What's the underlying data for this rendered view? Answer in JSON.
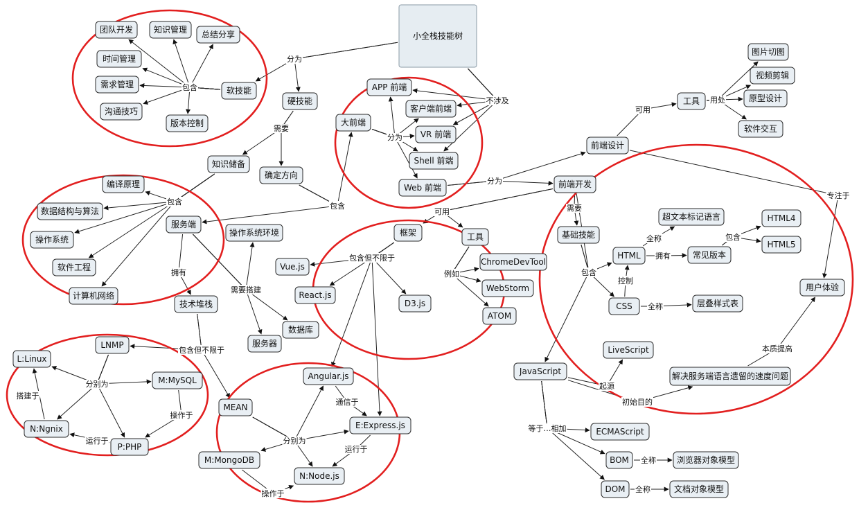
{
  "nodes": {
    "root": "小全栈技能树",
    "team_dev": "团队开发",
    "knowledge_mgmt": "知识管理",
    "summary_share": "总结分享",
    "time_mgmt": "时间管理",
    "req_mgmt": "需求管理",
    "comm_skill": "沟通技巧",
    "version_ctrl": "版本控制",
    "soft_skill": "软技能",
    "hard_skill": "硬技能",
    "knowledge_reserve": "知识储备",
    "direction": "确定方向",
    "compiler": "编译原理",
    "ds_algo": "数据结构与算法",
    "os": "操作系统",
    "sw_eng": "软件工程",
    "networks": "计算机网络",
    "server_side": "服务端",
    "os_env": "操作系统环境",
    "tech_stack": "技术堆栈",
    "database": "数据库",
    "server": "服务器",
    "big_frontend": "大前端",
    "app_frontend": "APP 前端",
    "client_frontend": "客户端前端",
    "vr_frontend": "VR 前端",
    "shell_frontend": "Shell 前端",
    "web_frontend": "Web 前端",
    "framework": "框架",
    "tools2": "工具",
    "vuejs": "Vue.js",
    "reactjs": "React.js",
    "d3js": "D3.js",
    "chrome": "ChromeDevTool",
    "webstorm": "WebStorm",
    "atom": "ATOM",
    "lnmp": "LNMP",
    "llinux": "L:Linux",
    "mmysql": "M:MySQL",
    "nngnix": "N:Ngnix",
    "pphp": "P:PHP",
    "mean": "MEAN",
    "angularjs": "Angular.js",
    "express": "E:Express.js",
    "mongodb": "M:MongoDB",
    "nodejs": "N:Node.js",
    "fe_design": "前端设计",
    "fe_dev": "前端开发",
    "tools": "工具",
    "img_cut": "图片切图",
    "video_edit": "视频剪辑",
    "prototype": "原型设计",
    "sw_interact": "软件交互",
    "basic_skill": "基础技能",
    "html": "HTML",
    "hypertext": "超文本标记语言",
    "versions": "常见版本",
    "html4": "HTML4",
    "html5": "HTML5",
    "css": "CSS",
    "cascading": "层叠样式表",
    "ux": "用户体验",
    "javascript": "JavaScript",
    "livescript": "LiveScript",
    "speed_problem": "解决服务端语言遗留的速度问题",
    "ecmascript": "ECMAScript",
    "bom": "BOM",
    "bom_full": "浏览器对象模型",
    "dom": "DOM",
    "dom_full": "文档对象模型"
  },
  "labels": {
    "split": "分为",
    "contain": "包含",
    "need": "需要",
    "contain2": "包含",
    "not_involve": "不涉及",
    "split2": "分为",
    "split3": "分为",
    "can_use": "可用",
    "can_use2": "可用",
    "use_for": "用处",
    "focus": "专注于",
    "need2": "需要",
    "contain3": "包含",
    "full_name": "全称",
    "own": "拥有",
    "contain4": "包含",
    "control": "控制",
    "full_name2": "全称",
    "essence": "本质提高",
    "origin": "起源",
    "initial": "初始目的",
    "equals": "等于…相加",
    "full_name3": "全称",
    "full_name4": "全称",
    "contain_not_limited": "包含但不限于",
    "example": "例如",
    "own2": "拥有",
    "need_build": "需要搭建",
    "contain_not_limited2": "包含但不限于",
    "split_as": "分别为",
    "build_on": "搭建于",
    "run_on": "运行于",
    "operate_on": "操作于",
    "split_as2": "分别为",
    "comm_on": "通信于",
    "run_on2": "运行于",
    "operate_on2": "操作于",
    "contain5": "包含"
  },
  "colors": {
    "highlight": "#e21f1f",
    "node_fill": "#e9eff4"
  }
}
